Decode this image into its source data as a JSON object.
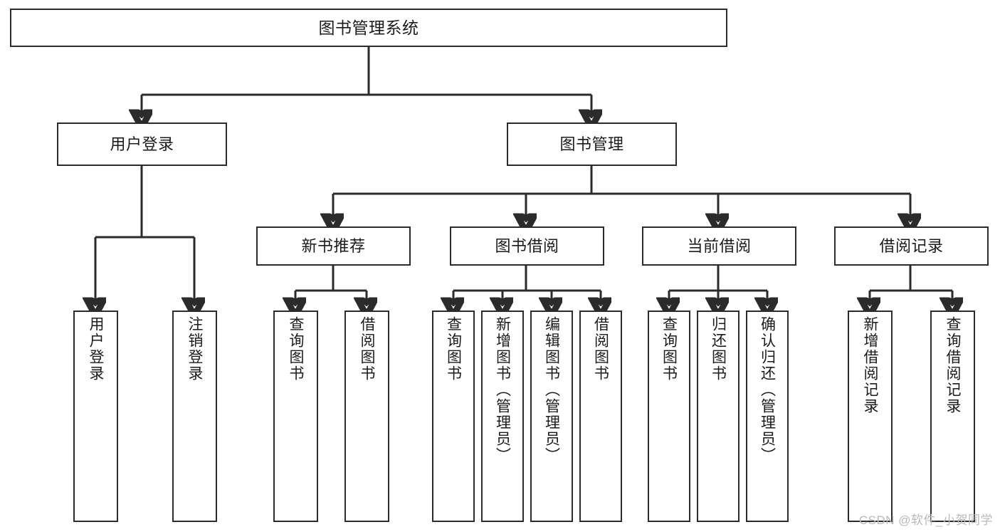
{
  "diagram": {
    "title": "图书管理系统",
    "type": "tree",
    "watermark": "CSDN @软件_小贺同学",
    "colors": {
      "border": "#2b2b2b",
      "fill": "#ffffff",
      "text": "#1b1b1b",
      "watermark": "#b9b9b9"
    },
    "root": {
      "id": "root",
      "label": "图书管理系统"
    },
    "level2": [
      {
        "id": "user-login",
        "label": "用户登录"
      },
      {
        "id": "book-manage",
        "label": "图书管理"
      }
    ],
    "level3": [
      {
        "id": "new-book-recommend",
        "label": "新书推荐"
      },
      {
        "id": "book-borrow",
        "label": "图书借阅"
      },
      {
        "id": "current-borrow",
        "label": "当前借阅"
      },
      {
        "id": "borrow-record",
        "label": "借阅记录"
      }
    ],
    "leaves": {
      "user_login": [
        {
          "id": "leaf-user-login",
          "label": "用户登录"
        },
        {
          "id": "leaf-logout-login",
          "label": "注销登录"
        }
      ],
      "new_book_recommend": [
        {
          "id": "leaf-query-book-1",
          "label": "查询图书"
        },
        {
          "id": "leaf-borrow-book-1",
          "label": "借阅图书"
        }
      ],
      "book_borrow": [
        {
          "id": "leaf-query-book-2",
          "label": "查询图书"
        },
        {
          "id": "leaf-add-book",
          "label": "新增图书（管理员）"
        },
        {
          "id": "leaf-edit-book",
          "label": "编辑图书（管理员）"
        },
        {
          "id": "leaf-borrow-book-2",
          "label": "借阅图书"
        }
      ],
      "current_borrow": [
        {
          "id": "leaf-query-book-3",
          "label": "查询图书"
        },
        {
          "id": "leaf-return-book",
          "label": "归还图书"
        },
        {
          "id": "leaf-confirm-return",
          "label": "确认归还（管理员）"
        }
      ],
      "borrow_record": [
        {
          "id": "leaf-add-borrow-record",
          "label": "新增借阅记录"
        },
        {
          "id": "leaf-query-borrow-record",
          "label": "查询借阅记录"
        }
      ]
    }
  }
}
